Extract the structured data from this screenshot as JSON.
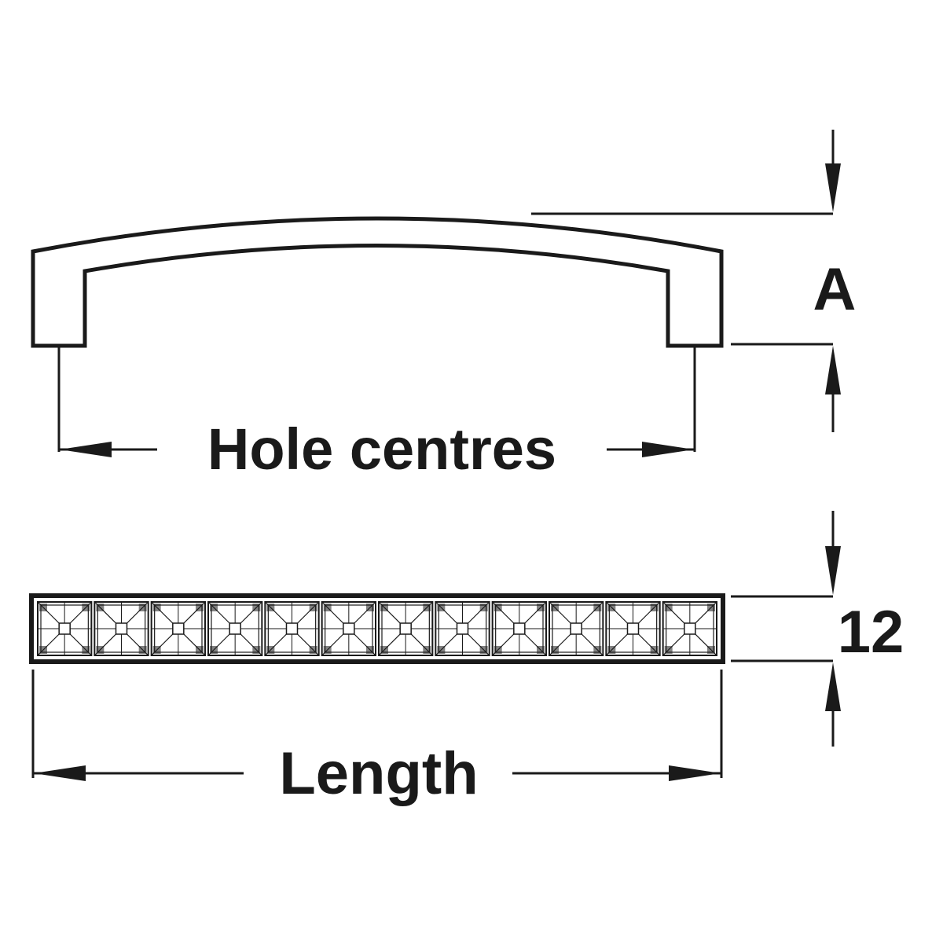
{
  "labels": {
    "hole_centres": "Hole centres",
    "a": "A",
    "thickness": "12",
    "length": "Length"
  },
  "pattern": {
    "tile_count": 12
  },
  "colors": {
    "ink": "#1a1a1a",
    "background": "#ffffff"
  }
}
